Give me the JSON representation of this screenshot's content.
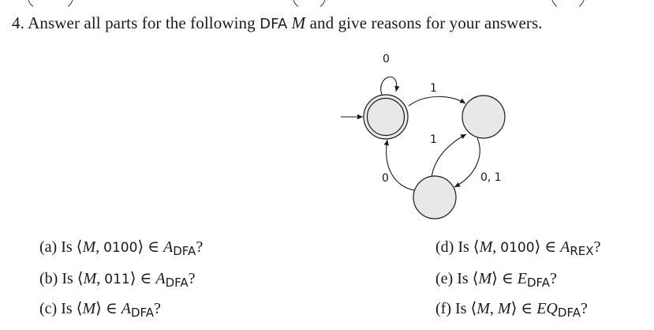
{
  "question": {
    "number": "4.",
    "text_before": "Answer all parts for the following",
    "dfa_word": "DFA",
    "machine": "M",
    "text_after": "and give reasons for your answers."
  },
  "diagram": {
    "loop_label": "0",
    "q0_to_q1_label": "1",
    "q2_to_q1_label": "1",
    "q1_to_q2_label": "0, 1",
    "q2_to_q0_label": "0"
  },
  "parts": {
    "a": {
      "label": "(a)",
      "is": "Is",
      "open": "⟨",
      "m": "M",
      "comma": ",",
      "input": "0100",
      "close": "⟩",
      "in": "∈",
      "set": "A",
      "sub": "DFA",
      "q": "?"
    },
    "b": {
      "label": "(b)",
      "is": "Is",
      "open": "⟨",
      "m": "M",
      "comma": ",",
      "input": "011",
      "close": "⟩",
      "in": "∈",
      "set": "A",
      "sub": "DFA",
      "q": "?"
    },
    "c": {
      "label": "(c)",
      "is": "Is",
      "open": "⟨",
      "m": "M",
      "close": "⟩",
      "in": "∈",
      "set": "A",
      "sub": "DFA",
      "q": "?"
    },
    "d": {
      "label": "(d)",
      "is": "Is",
      "open": "⟨",
      "m": "M",
      "comma": ",",
      "input": "0100",
      "close": "⟩",
      "in": "∈",
      "set": "A",
      "sub": "REX",
      "q": "?"
    },
    "e": {
      "label": "(e)",
      "is": "Is",
      "open": "⟨",
      "m": "M",
      "close": "⟩",
      "in": "∈",
      "set": "E",
      "sub": "DFA",
      "q": "?"
    },
    "f": {
      "label": "(f)",
      "is": "Is",
      "open": "⟨",
      "m": "M",
      "comma": ",",
      "m2": "M",
      "close": "⟩",
      "in": "∈",
      "set": "EQ",
      "sub": "DFA",
      "q": "?"
    }
  }
}
